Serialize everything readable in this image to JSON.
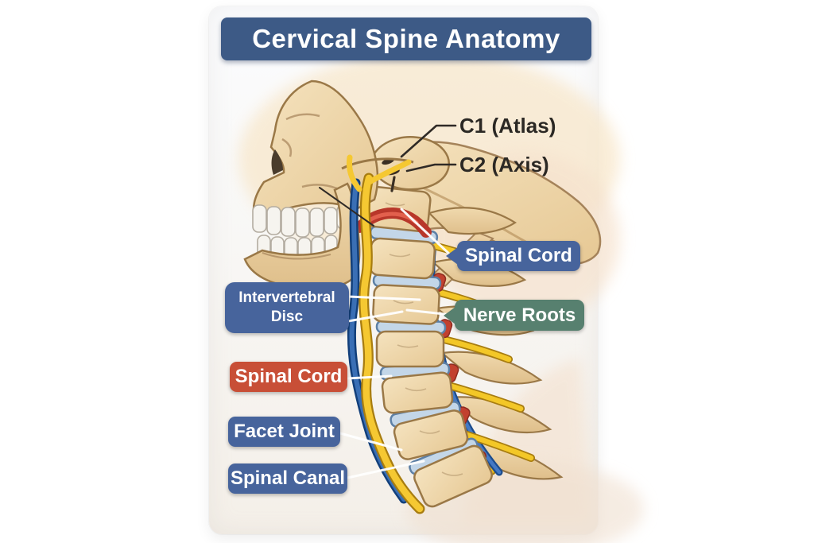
{
  "diagram": {
    "title": "Cervical Spine Anatomy",
    "labels": {
      "c1": "C1 (Atlas)",
      "c2": "C2 (Axis)",
      "spinal_cord": "Spinal Cord",
      "nerve_roots": "Nerve Roots",
      "intervertebral_disc": "Intervertebral Disc",
      "spinal_cord_red": "Spinal Cord",
      "facet_joint": "Facet Joint",
      "spinal_canal": "Spinal Canal"
    },
    "colors": {
      "title_bg": "#3d5a86",
      "badge_blue": "#47649c",
      "badge_green": "#57806f",
      "badge_red": "#c84f37",
      "badge_text": "#ffffff",
      "annotation_text": "#2b2824",
      "bone": "#eed4aa",
      "disc": "#c3d6e8",
      "nerve_yellow": "#f3c727",
      "vessel_blue": "#2a5ca0",
      "cord_red": "#c03a2b",
      "card_bg": "#f8f6f2"
    }
  }
}
